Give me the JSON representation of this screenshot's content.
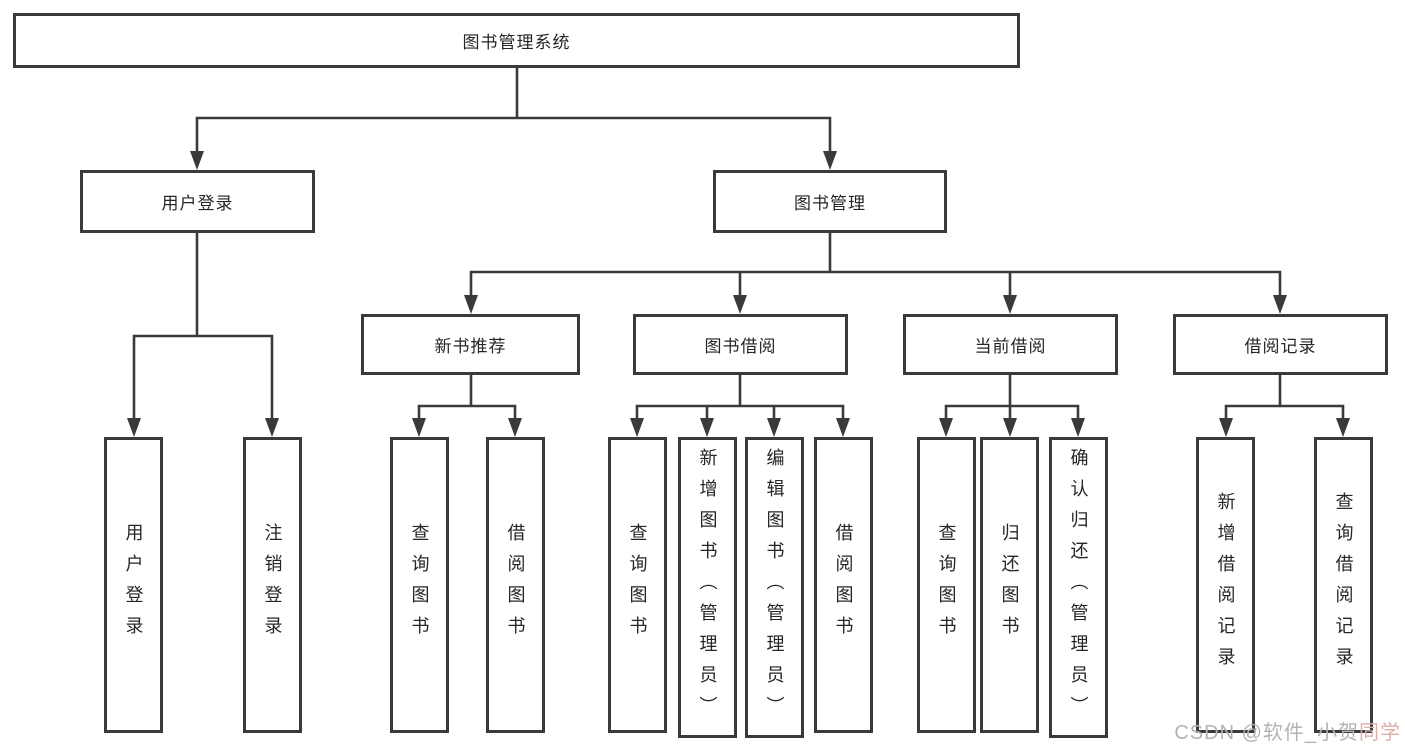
{
  "colors": {
    "background": "#ffffff",
    "line": "#3a3a3a",
    "box_border": "#3a3a3a",
    "box_fill": "#ffffff",
    "text": "#262626",
    "watermark_gray": "#b3b3b3",
    "watermark_pink": "#dfadaa"
  },
  "diagram": {
    "root": {
      "label": "图书管理系统"
    },
    "level1": [
      {
        "label": "用户登录"
      },
      {
        "label": "图书管理"
      }
    ],
    "level2": [
      {
        "label": "新书推荐"
      },
      {
        "label": "图书借阅"
      },
      {
        "label": "当前借阅"
      },
      {
        "label": "借阅记录"
      }
    ],
    "leaves": [
      {
        "label": "用户登录",
        "parent": "用户登录"
      },
      {
        "label": "注销登录",
        "parent": "用户登录"
      },
      {
        "label": "查询图书",
        "parent": "新书推荐"
      },
      {
        "label": "借阅图书",
        "parent": "新书推荐"
      },
      {
        "label": "查询图书",
        "parent": "图书借阅"
      },
      {
        "label": "新增图书（管理员）",
        "parent": "图书借阅"
      },
      {
        "label": "编辑图书（管理员）",
        "parent": "图书借阅"
      },
      {
        "label": "借阅图书",
        "parent": "图书借阅"
      },
      {
        "label": "查询图书",
        "parent": "当前借阅"
      },
      {
        "label": "归还图书",
        "parent": "当前借阅"
      },
      {
        "label": "确认归还（管理员）",
        "parent": "当前借阅"
      },
      {
        "label": "新增借阅记录",
        "parent": "借阅记录"
      },
      {
        "label": "查询借阅记录",
        "parent": "借阅记录"
      }
    ]
  },
  "watermark": {
    "prefix": "CSDN @软件_小贺",
    "suffix": "同学"
  }
}
